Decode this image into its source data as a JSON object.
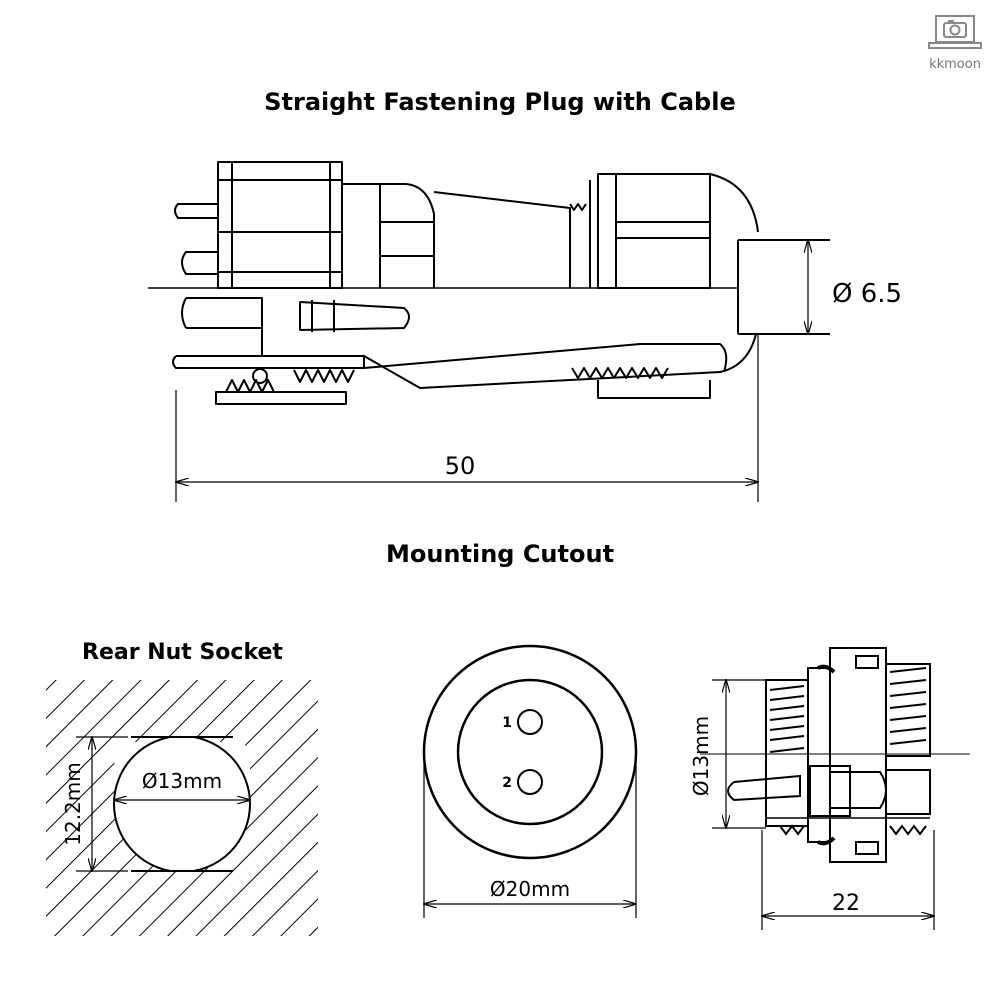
{
  "brand": {
    "name": "kkmoon",
    "icon": "camera-laptop-logo"
  },
  "sections": {
    "plug_title": "Straight Fastening Plug with Cable",
    "cutout_title": "Mounting Cutout",
    "rear_nut_title": "Rear Nut Socket"
  },
  "dimensions": {
    "cable_diameter": "Ø 6.5",
    "plug_length": "50",
    "rear_height": "12.2mm",
    "rear_diameter": "Ø13mm",
    "face_diameter": "Ø20mm",
    "socket_diameter": "Ø13mm",
    "socket_length": "22"
  },
  "pins": [
    "1",
    "2"
  ]
}
